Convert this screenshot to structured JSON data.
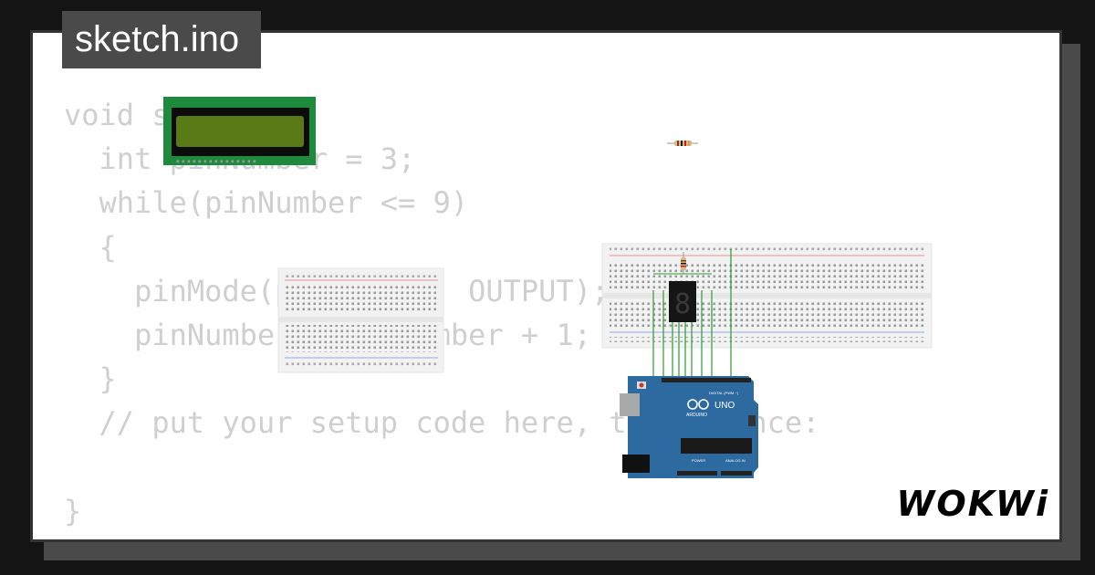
{
  "file_tab": {
    "name": "sketch.ino"
  },
  "code": {
    "lines": [
      "void setup() {",
      "  int pinNumber = 3;",
      "  while(pinNumber <= 9)",
      "  {",
      "    pinMode(pinNumber, OUTPUT);",
      "    pinNumber = pinNumber + 1;",
      "  }",
      "  // put your setup code here, to run once:",
      "",
      "}"
    ]
  },
  "brand": {
    "logo_text": "WOKWi"
  },
  "board": {
    "name": "UNO",
    "maker": "ARDUINO",
    "header_label": "DIGITAL (PWM ~)",
    "power_label": "POWER",
    "analog_label": "ANALOG IN"
  },
  "seven_segment": {
    "digit": "8"
  },
  "colors": {
    "background": "#141414",
    "card": "#ffffff",
    "code_text": "#cfcfcf",
    "lcd_pcb": "#1e8a3e",
    "lcd_screen": "#5a7a18",
    "arduino_blue": "#2d6aa0",
    "wire_green": "#2e9a2e"
  },
  "icons": [
    "lcd-display-icon",
    "resistor-icon",
    "breadboard-icon",
    "seven-segment-icon",
    "arduino-uno-icon"
  ]
}
